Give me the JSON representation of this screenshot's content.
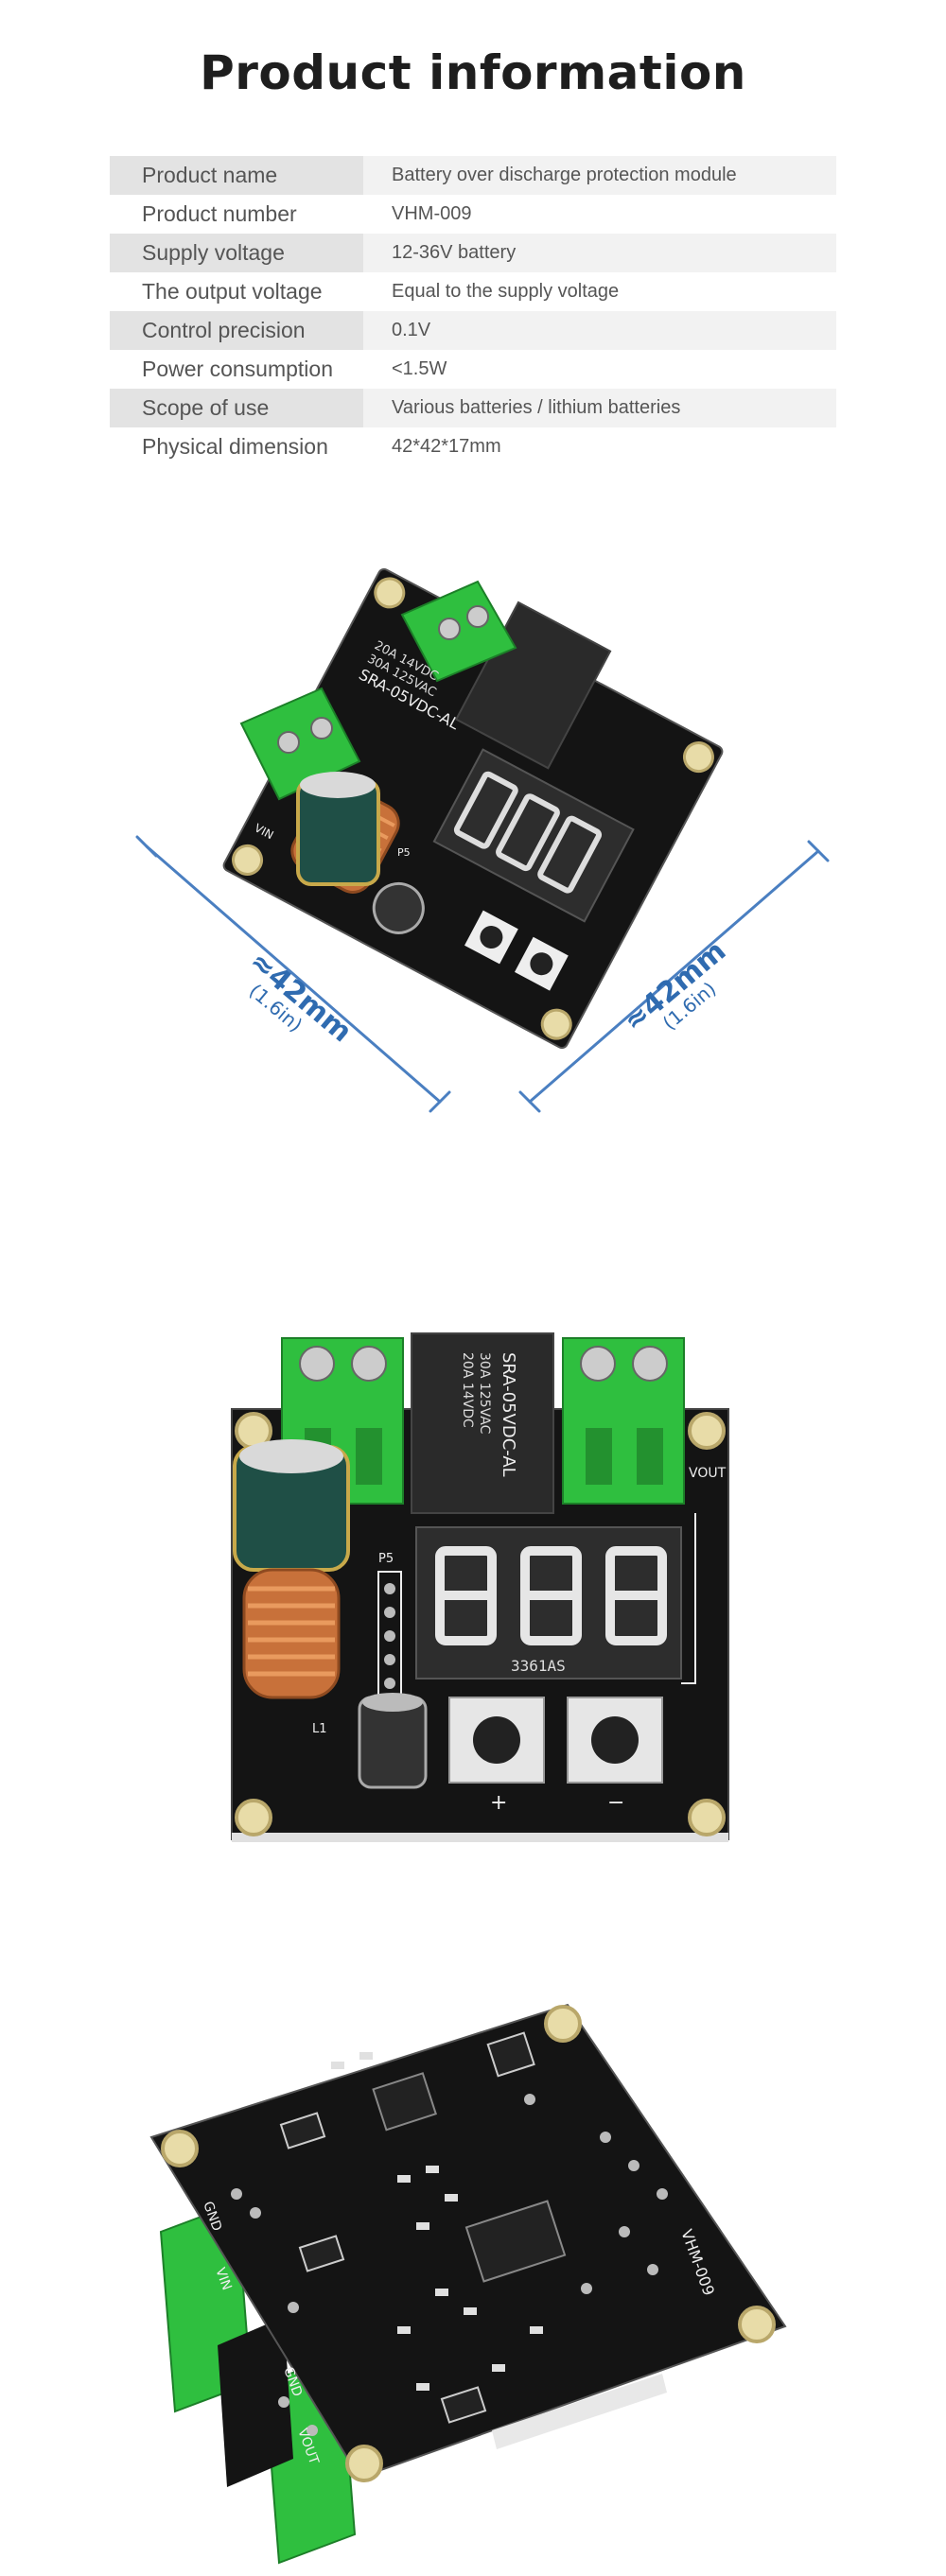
{
  "title": "Product information",
  "specs": [
    {
      "key": "Product name",
      "value": "Battery over discharge protection module"
    },
    {
      "key": "Product number",
      "value": "VHM-009"
    },
    {
      "key": "Supply voltage",
      "value": "12-36V battery"
    },
    {
      "key": "The output voltage",
      "value": "Equal to the supply voltage"
    },
    {
      "key": "Control precision",
      "value": "0.1V"
    },
    {
      "key": "Power consumption",
      "value": "<1.5W"
    },
    {
      "key": "Scope of use",
      "value": "Various batteries / lithium batteries"
    },
    {
      "key": "Physical dimension",
      "value": "42*42*17mm"
    }
  ],
  "photo1": {
    "dim_left": "≈42mm",
    "dim_left_sub": "(1.6in)",
    "dim_right": "≈42mm",
    "dim_right_sub": "(1.6in)",
    "relay_text_1": "20A 14VDC",
    "relay_text_2": "30A 125VAC",
    "relay_text_3": "SRA-05VDC-AL",
    "pcb_vin": "VIN",
    "pcb_p5": "P5"
  },
  "photo2": {
    "relay_text_1": "20A 14VDC",
    "relay_text_2": "30A 125VAC",
    "relay_text_3": "SRA-05VDC-AL",
    "display_code": "3361AS",
    "pcb_vout": "VOUT",
    "pcb_p5": "P5",
    "pcb_l1": "L1",
    "btn_plus": "+",
    "btn_minus": "−"
  },
  "photo3": {
    "pcb_model": "VHM-009",
    "pcb_gnd1": "GND",
    "pcb_vin": "VIN",
    "pcb_gnd2": "GND",
    "pcb_vout": "VOUT"
  },
  "colors": {
    "accent_blue": "#2f6bb0",
    "terminal_green": "#2fbf3f",
    "pcb_black": "#141414",
    "row_shade": "#e3e3e3"
  }
}
